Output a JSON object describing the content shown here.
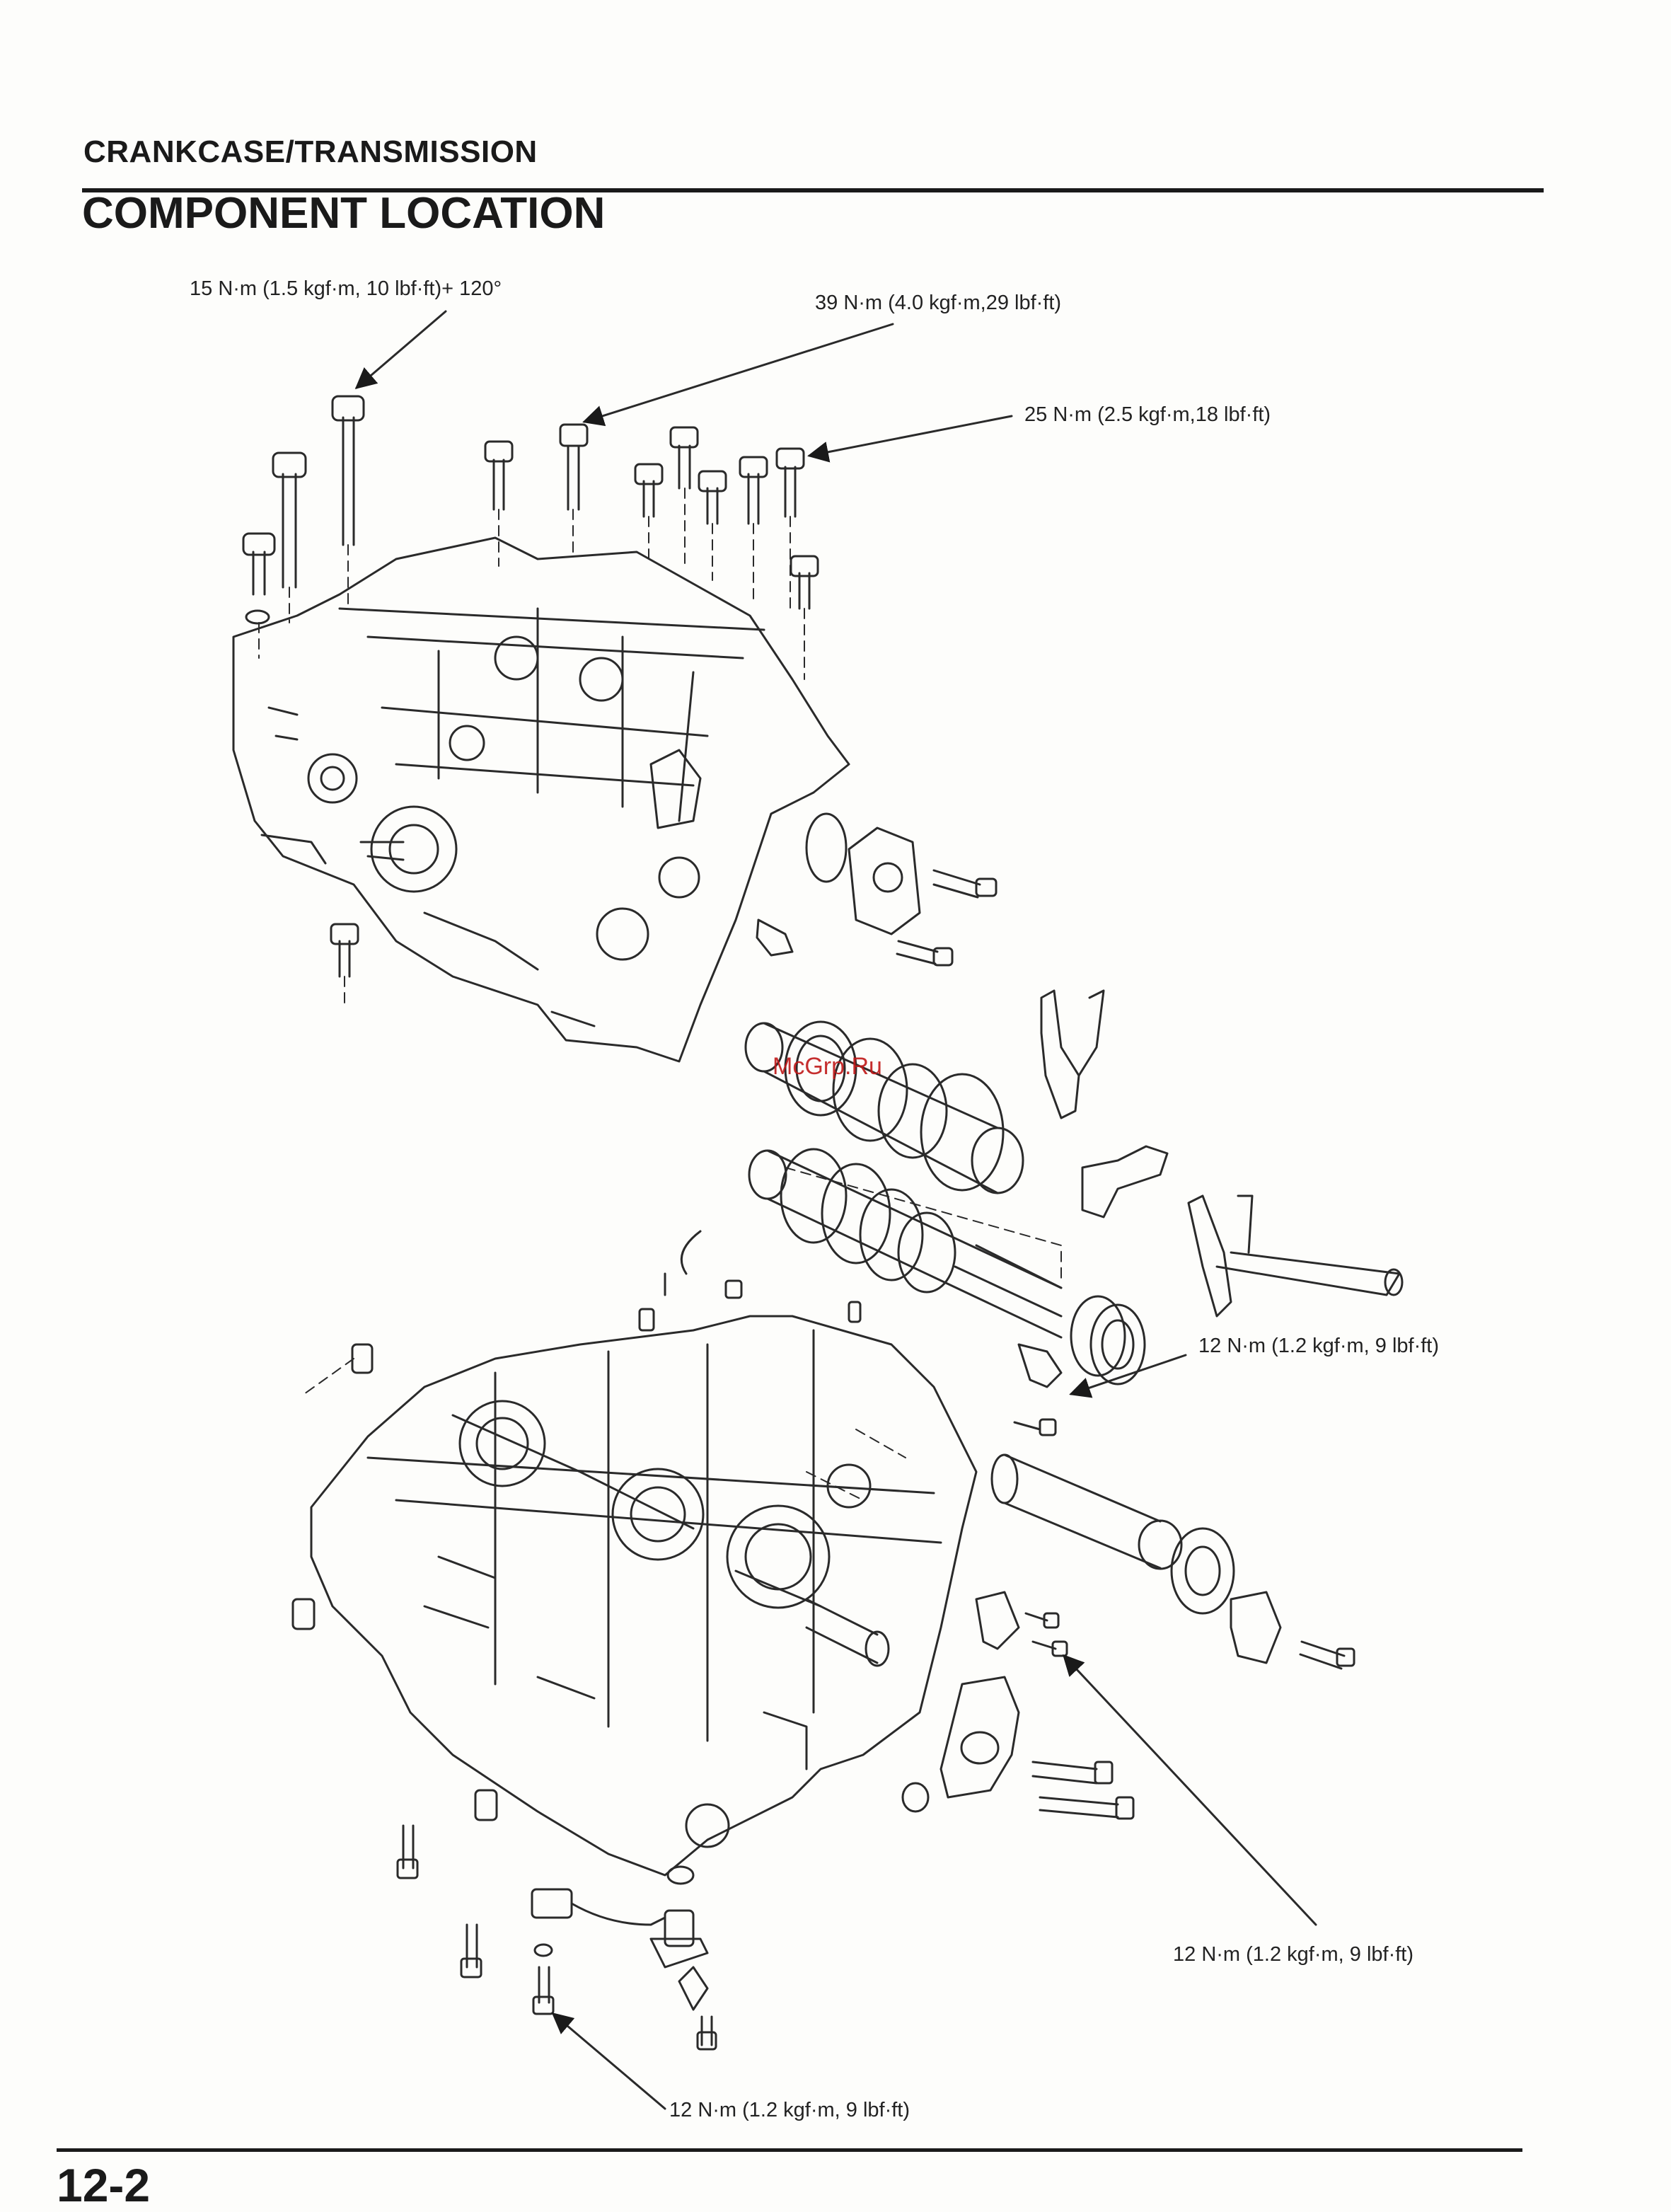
{
  "header": {
    "section": "CRANKCASE/TRANSMISSION",
    "title": "COMPONENT LOCATION"
  },
  "torque_labels": {
    "t1": "15 N·m (1.5 kgf·m, 10 lbf·ft)+ 120°",
    "t2": "39 N·m (4.0 kgf·m,29  lbf·ft)",
    "t3": "25 N·m (2.5 kgf·m,18 lbf·ft)",
    "t4": "12 N·m (1.2 kgf·m, 9 lbf·ft)",
    "t5": "12 N·m (1.2 kgf·m, 9 lbf·ft)",
    "t6": "12 N·m (1.2 kgf·m, 9 lbf·ft)"
  },
  "watermark": "McGrp.Ru",
  "footer": {
    "page_number": "12-2"
  }
}
